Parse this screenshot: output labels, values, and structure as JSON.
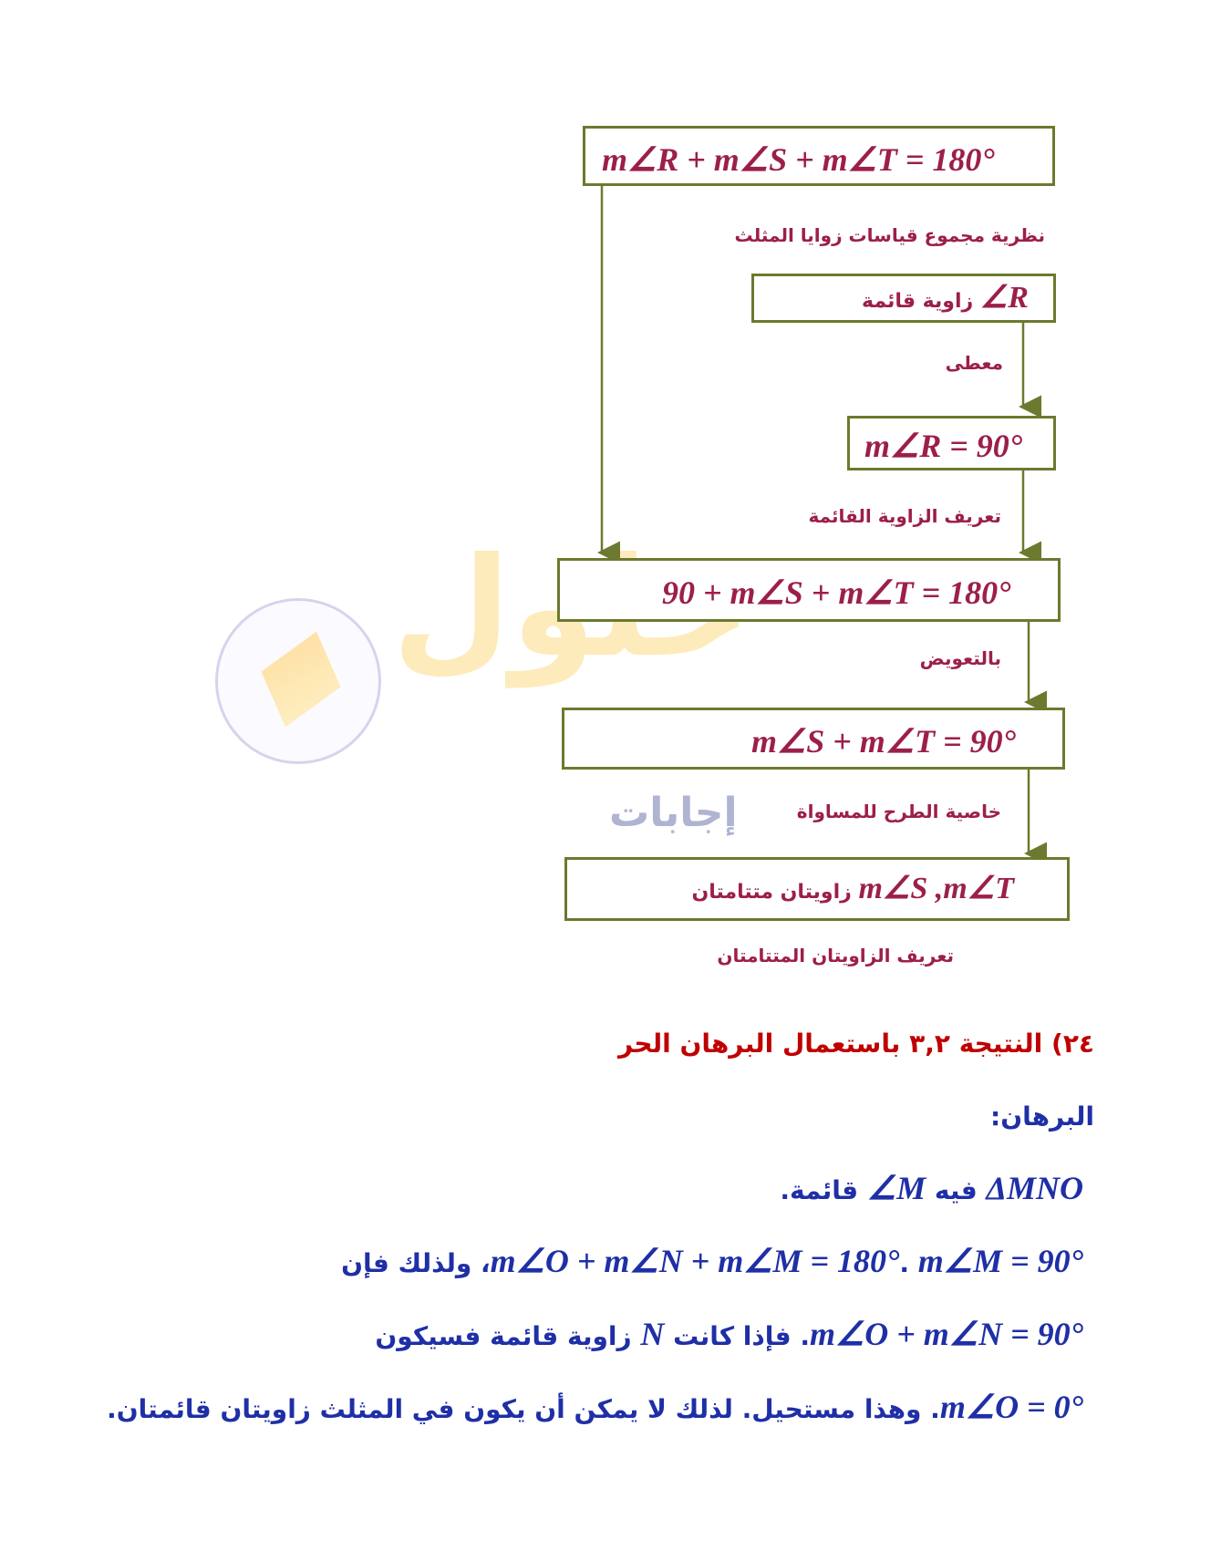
{
  "watermark": {
    "logo_text": "حلول",
    "sub_text": "إجابات"
  },
  "flowchart": {
    "box1": "m∠R + m∠S + m∠T = 180°",
    "reason1": "نظرية مجموع قياسات زوايا المثلث",
    "box2_math": "∠R",
    "box2_text": "زاوية قائمة",
    "reason2": "معطى",
    "box3": "m∠R = 90°",
    "reason3": "تعريف الزاوية القائمة",
    "box4": "90 + m∠S + m∠T = 180°",
    "reason4": "بالتعويض",
    "box5": "m∠S + m∠T = 90°",
    "reason5": "خاصية الطرح للمساواة",
    "box6_math": "m∠S ,m∠T",
    "box6_text": "زاويتان متتامتان",
    "reason6": "تعريف الزاويتان المتتامتان"
  },
  "section": {
    "heading": "٢٤) النتيجة ٣,٢ باستعمال البرهان الحر",
    "proof_label": "البرهان:",
    "lines": [
      {
        "math": "ΔMNO",
        "text1": " فيه ",
        "math2": "∠M",
        "text2": " قائمة."
      },
      {
        "math": "m∠O + m∠N + m∠M = 180°",
        "text1": ". ",
        "math2": "m∠M = 90°",
        "text2": "، ولذلك فإن"
      },
      {
        "math": "m∠O + m∠N = 90°",
        "text1": ". فإذا كانت ",
        "math2": "N",
        "text2": " زاوية قائمة فسيكون"
      },
      {
        "math": "m∠O = 0°",
        "text1": ". وهذا مستحيل. لذلك لا يمكن أن يكون في المثلث زاويتان قائمتان.",
        "math2": "",
        "text2": ""
      }
    ]
  },
  "colors": {
    "box_border": "#6b7a2e",
    "flow_text": "#9c1f4a",
    "heading": "#c00000",
    "proof_text": "#1f2fa6"
  }
}
